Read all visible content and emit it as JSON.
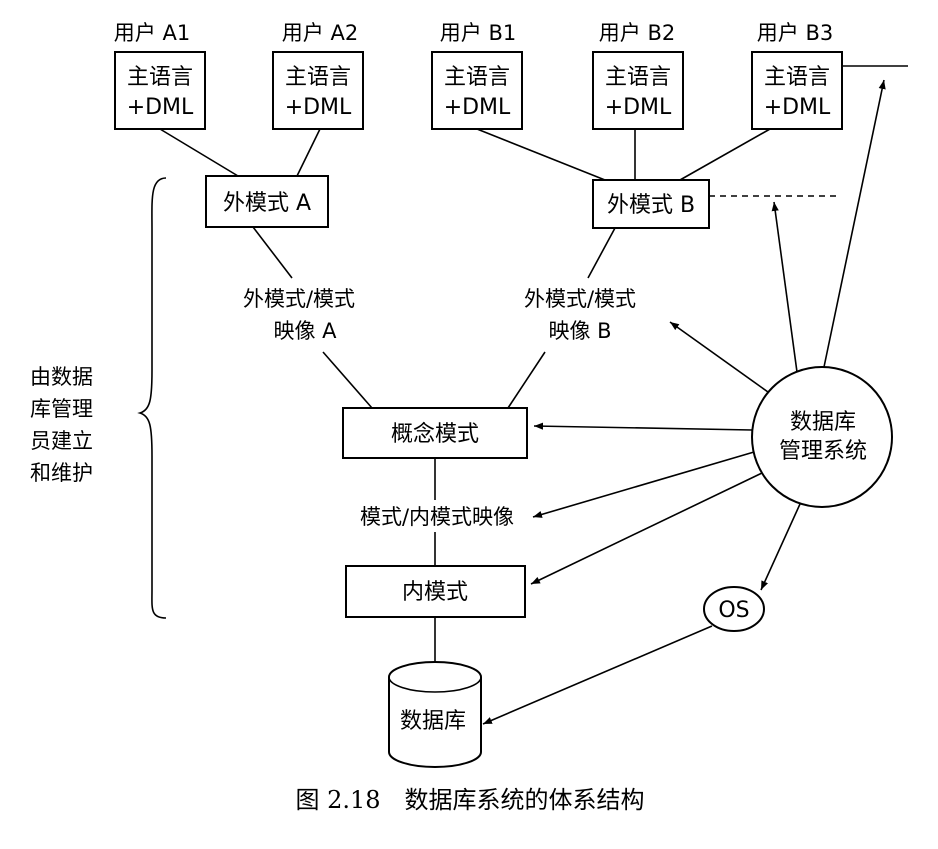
{
  "users": [
    {
      "label": "用户 A1",
      "box_line1": "主语言",
      "box_line2": "+DML"
    },
    {
      "label": "用户 A2",
      "box_line1": "主语言",
      "box_line2": "+DML"
    },
    {
      "label": "用户 B1",
      "box_line1": "主语言",
      "box_line2": "+DML"
    },
    {
      "label": "用户 B2",
      "box_line1": "主语言",
      "box_line2": "+DML"
    },
    {
      "label": "用户 B3",
      "box_line1": "主语言",
      "box_line2": "+DML"
    }
  ],
  "external_schema_a": "外模式 A",
  "external_schema_b": "外模式 B",
  "mapping_a": {
    "line1": "外模式/模式",
    "line2": "映像 A"
  },
  "mapping_b": {
    "line1": "外模式/模式",
    "line2": "映像 B"
  },
  "conceptual_schema": "概念模式",
  "internal_mapping": "模式/内模式映像",
  "internal_schema": "内模式",
  "database": "数据库",
  "dbms": {
    "line1": "数据库",
    "line2": "管理系统"
  },
  "os": "OS",
  "dba_note": [
    "由数据",
    "库管理",
    "员建立",
    "和维护"
  ],
  "caption": "图 2.18　数据库系统的体系结构"
}
